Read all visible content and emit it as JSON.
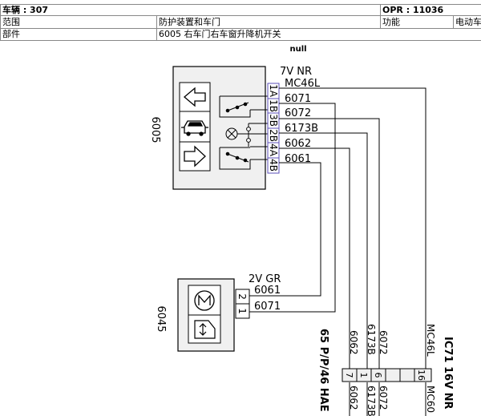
{
  "header": {
    "vehicle": "车辆 : 307",
    "opr": "OPR : 11036",
    "range_label": "范围",
    "range_value": "防护装置和车门",
    "function_label": "功能",
    "function_value": "电动车",
    "part_label": "部件",
    "part_value": "6005 右车门右车窗升降机开关",
    "null_text": "null"
  },
  "diagram": {
    "switch": {
      "id": "6005",
      "connector": "7V NR",
      "ground_wire": "MC46L",
      "pins": [
        "1A",
        "1B",
        "3B",
        "2B",
        "4A",
        "4B"
      ],
      "wires": [
        "6071",
        "6072",
        "6173B",
        "6062",
        "6061"
      ]
    },
    "motor": {
      "id": "6045",
      "connector": "2V GR",
      "pins": [
        "2",
        "1"
      ],
      "wires": [
        "6061",
        "6071"
      ]
    },
    "harness_left": "65 P/P/46 HAE",
    "harness_right": "IC71 16V NR",
    "bottom_connector": {
      "pins": [
        "7",
        "1",
        "6",
        "16"
      ],
      "wires_top": [
        "6062",
        "6173B",
        "6072",
        "MC46L"
      ],
      "wires_bottom": [
        "6062",
        "6173B",
        "6072",
        "MC60"
      ]
    }
  },
  "colors": {
    "line": "#000000",
    "grid": "#888888",
    "box_fill": "#f0f0f0",
    "connector_blue": "#5b4fb8"
  }
}
